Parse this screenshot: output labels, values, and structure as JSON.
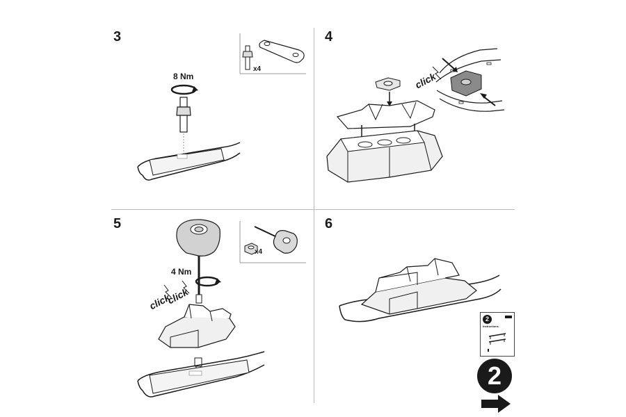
{
  "steps": [
    {
      "number": "3",
      "torque": "8 Nm",
      "quantity": "x4"
    },
    {
      "number": "4",
      "click": "click"
    },
    {
      "number": "5",
      "torque": "4 Nm",
      "quantity": "x4",
      "click": "click",
      "click2": "click"
    },
    {
      "number": "6",
      "next_number": "2",
      "booklet_number": "2",
      "booklet_title": "Instructions"
    }
  ],
  "colors": {
    "line": "#1a1a1a",
    "divider": "#b8b8b8",
    "gray": "#8a8a8a"
  }
}
